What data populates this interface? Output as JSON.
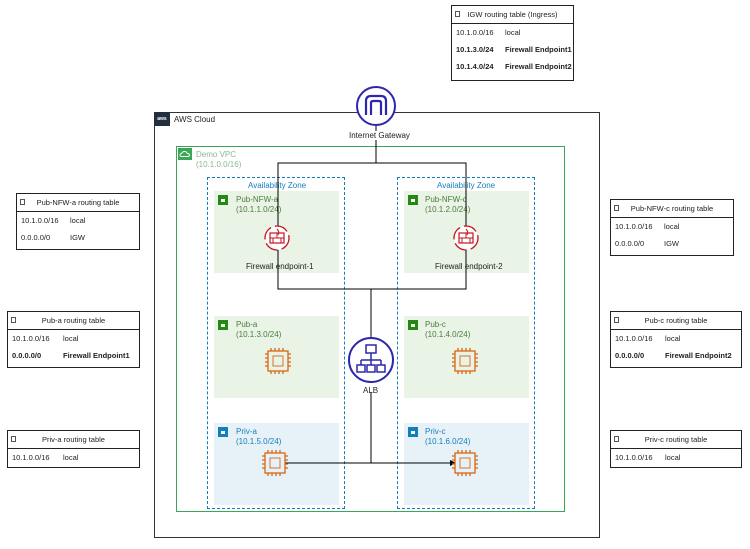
{
  "igw_table": {
    "title": "IGW routing table (Ingress)",
    "rows": [
      {
        "dest": "10.1.0.0/16",
        "target": "local",
        "bold": false
      },
      {
        "dest": "10.1.3.0/24",
        "target": "Firewall Endpoint1",
        "bold": true
      },
      {
        "dest": "10.1.4.0/24",
        "target": "Firewall Endpoint2",
        "bold": true
      }
    ]
  },
  "pub_nfw_a_table": {
    "title": "Pub-NFW-a routing table",
    "rows": [
      {
        "dest": "10.1.0.0/16",
        "target": "local",
        "bold": false
      },
      {
        "dest": "0.0.0.0/0",
        "target": "IGW",
        "bold": false
      }
    ]
  },
  "pub_a_table": {
    "title": "Pub-a routing table",
    "rows": [
      {
        "dest": "10.1.0.0/16",
        "target": "local",
        "bold": false
      },
      {
        "dest": "0.0.0.0/0",
        "target": "Firewall Endpoint1",
        "bold": true
      }
    ]
  },
  "priv_a_table": {
    "title": "Priv-a routing table",
    "rows": [
      {
        "dest": "10.1.0.0/16",
        "target": "local",
        "bold": false
      }
    ]
  },
  "pub_nfw_c_table": {
    "title": "Pub-NFW-c routing table",
    "rows": [
      {
        "dest": "10.1.0.0/16",
        "target": "local",
        "bold": false
      },
      {
        "dest": "0.0.0.0/0",
        "target": "IGW",
        "bold": false
      }
    ]
  },
  "pub_c_table": {
    "title": "Pub-c routing table",
    "rows": [
      {
        "dest": "10.1.0.0/16",
        "target": "local",
        "bold": false
      },
      {
        "dest": "0.0.0.0/0",
        "target": "Firewall Endpoint2",
        "bold": true
      }
    ]
  },
  "priv_c_table": {
    "title": "Priv-c routing table",
    "rows": [
      {
        "dest": "10.1.0.0/16",
        "target": "local",
        "bold": false
      }
    ]
  },
  "igw_label": "Internet Gateway",
  "cloud": {
    "tag": "aws",
    "label": "AWS Cloud"
  },
  "vpc": {
    "name": "Demo VPC",
    "cidr": "(10.1.0.0/16)"
  },
  "az_left_label": "Availability Zone",
  "az_right_label": "Availability Zone",
  "subnets": {
    "pub_nfw_a": {
      "name": "Pub-NFW-a",
      "cidr": "(10.1.1.0/24)"
    },
    "pub_nfw_c": {
      "name": "Pub-NFW-c",
      "cidr": "(10.1.2.0/24)"
    },
    "pub_a": {
      "name": "Pub-a",
      "cidr": "(10.1.3.0/24)"
    },
    "pub_c": {
      "name": "Pub-c",
      "cidr": "(10.1.4.0/24)"
    },
    "priv_a": {
      "name": "Priv-a",
      "cidr": "(10.1.5.0/24)"
    },
    "priv_c": {
      "name": "Priv-c",
      "cidr": "(10.1.6.0/24)"
    }
  },
  "firewall_1_label": "Firewall endpoint-1",
  "firewall_2_label": "Firewall endpoint-2",
  "alb_label": "ALB",
  "colors": {
    "cloud_border": "#333333",
    "vpc_border": "#3aa656",
    "az_border": "#147eba",
    "pub_fill": "#e9f3e6",
    "priv_fill": "#e6f2f8",
    "firewall": "#c7131f",
    "ec2": "#d86613",
    "alb_igw": "#2e27ad"
  }
}
